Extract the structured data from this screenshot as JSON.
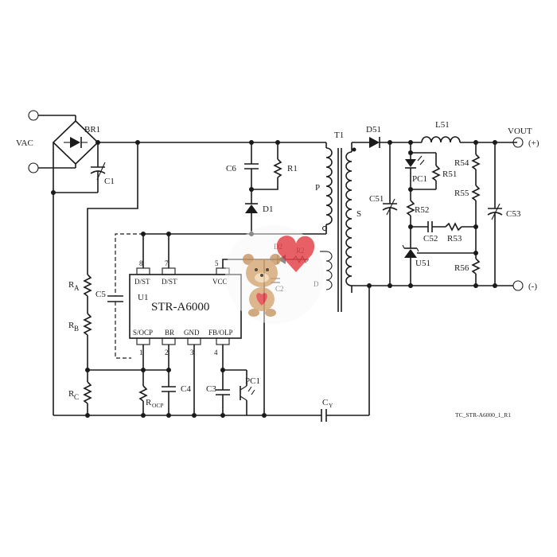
{
  "labels": {
    "vac": "VAC",
    "br1": "BR1",
    "c1": "C1",
    "c6": "C6",
    "r1": "R1",
    "d1": "D1",
    "t1": "T1",
    "p": "P",
    "s": "S",
    "d": "D",
    "d2": "D2",
    "r2": "R2",
    "c2": "C2",
    "d51": "D51",
    "l51": "L51",
    "vout": "VOUT",
    "plus": "(+)",
    "minus": "(-)",
    "c51": "C51",
    "pc1_sec": "PC1",
    "r51": "R51",
    "r52": "R52",
    "c52": "C52",
    "r53": "R53",
    "u51": "U51",
    "r54": "R54",
    "r55": "R55",
    "r56": "R56",
    "c53": "C53",
    "ra": "R",
    "ra_sub": "A",
    "rb": "R",
    "rb_sub": "B",
    "rc": "R",
    "rc_sub": "C",
    "c5": "C5",
    "u1": "U1",
    "ic_name": "STR-A6000",
    "rocp": "R",
    "rocp_sub": "OCP",
    "c4": "C4",
    "c3": "C3",
    "pc1_pri": "PC1",
    "cy": "C",
    "cy_sub": "Y",
    "drawing_ref": "TC_STR-A6000_1_R1"
  },
  "ic_pins": {
    "p8_num": "8",
    "p8_name": "D/ST",
    "p7_num": "7",
    "p7_name": "D/ST",
    "p5_num": "5",
    "p5_name": "VCC",
    "p1_num": "1",
    "p1_name": "S/OCP",
    "p2_num": "2",
    "p2_name": "BR",
    "p3_num": "3",
    "p3_name": "GND",
    "p4_num": "4",
    "p4_name": "FB/OLP"
  }
}
